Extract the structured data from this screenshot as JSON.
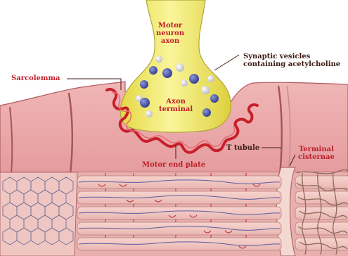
{
  "labels": {
    "motor_neuron_axon": [
      "Motor",
      "neuron",
      "axon"
    ],
    "synaptic_vesicles": "Synaptic vesicles",
    "containing_ach": "containing acetylcholine",
    "sarcolemma": "Sarcolemma",
    "axon_terminal": [
      "Axon",
      "terminal"
    ],
    "t_tubule": "T tubule",
    "terminal_cisternae": [
      "Terminal",
      "cisternae"
    ],
    "motor_end_plate": "Motor end plate"
  },
  "colors": {
    "muscle": "#e8a3a4",
    "muscle_dark": "#c97b7e",
    "axon_yellow": "#f2ea6a",
    "end_plate_red": "#c8202b",
    "vesicle_blue": "#4a55a8",
    "label_red": "#c0202a"
  }
}
